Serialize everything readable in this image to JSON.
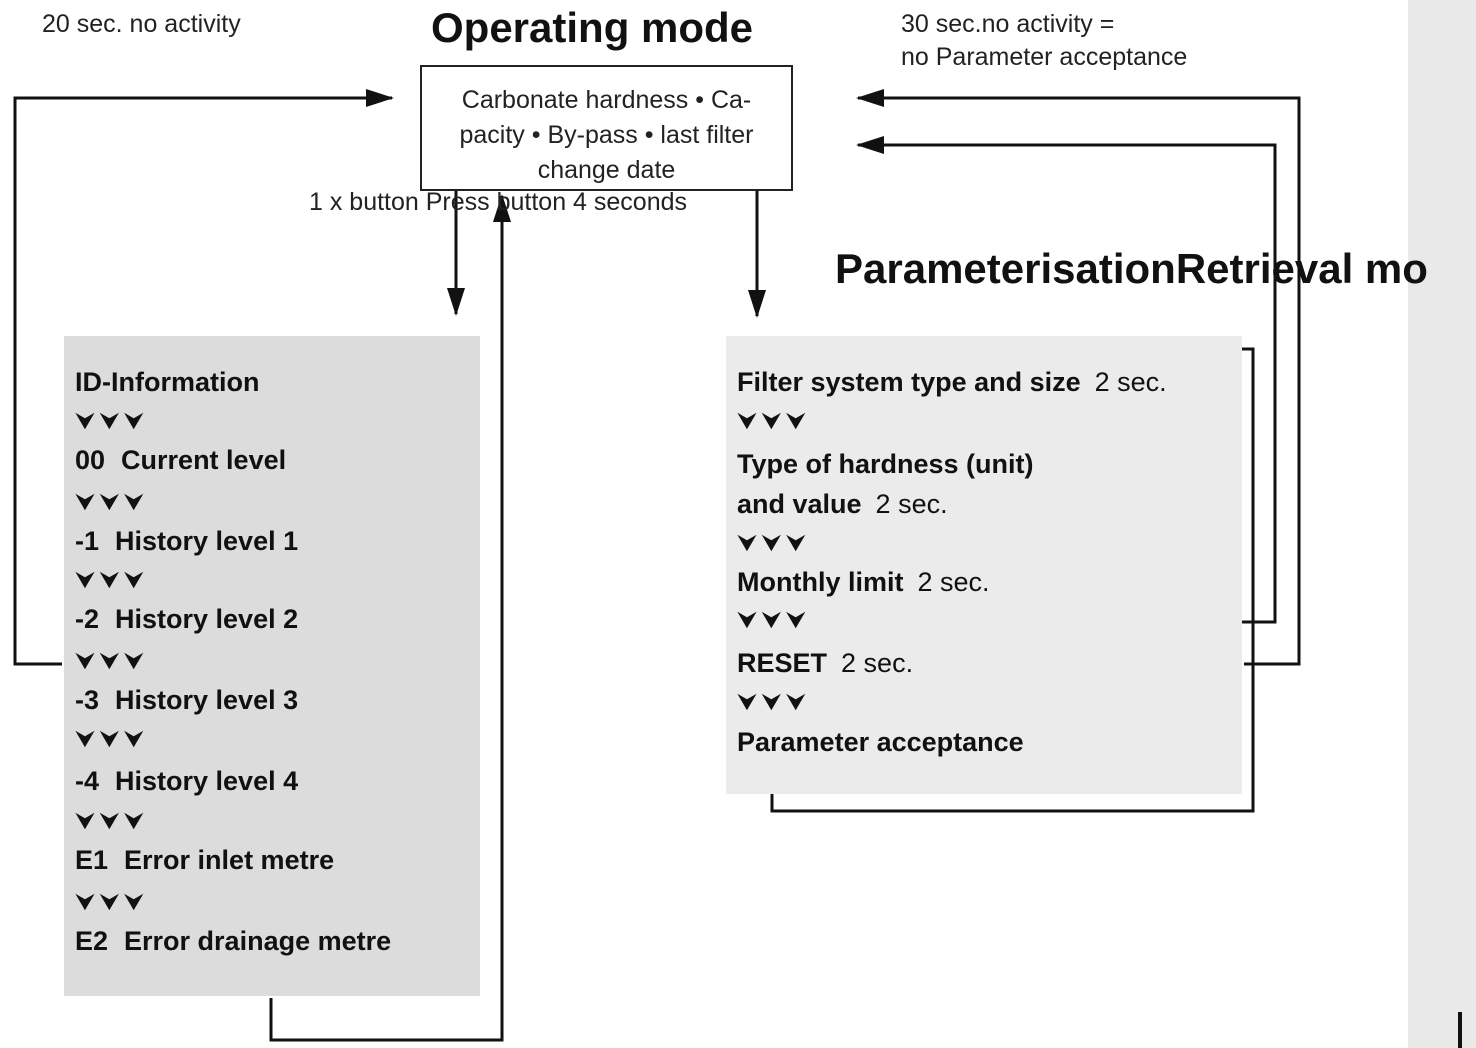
{
  "notes": {
    "left_timeout": "20 sec. no activity",
    "right_timeout_line1": "30 sec.no activity =",
    "right_timeout_line2": "no Parameter acceptance",
    "button_hint": "1 x button Press button 4 seconds"
  },
  "operating_mode": {
    "title": "Operating mode",
    "description": "Carbonate hardness • Ca-pacity • By-pass • last filter change date"
  },
  "parameterisation": {
    "title": "ParameterisationRetrieval mo"
  },
  "arrow_glyphs": "⮟⮟⮟",
  "id_panel": {
    "rows": [
      {
        "code": "",
        "label": "ID-Information"
      },
      {
        "code": "00",
        "label": "Current level"
      },
      {
        "code": "-1",
        "label": "History level 1"
      },
      {
        "code": "-2",
        "label": "History level 2"
      },
      {
        "code": "-3",
        "label": "History level 3"
      },
      {
        "code": "-4",
        "label": "History level 4"
      },
      {
        "code": "E1",
        "label": "Error inlet metre"
      },
      {
        "code": "E2",
        "label": "Error drainage metre"
      }
    ]
  },
  "param_panel": {
    "rows": [
      {
        "label": "Filter system type and size",
        "timing": "2 sec."
      },
      {
        "label": "Type of hardness (unit)",
        "timing": ""
      },
      {
        "label": "and value",
        "timing": "2 sec."
      },
      {
        "label": "Monthly limit",
        "timing": "2 sec."
      },
      {
        "label": "RESET",
        "timing": "2 sec."
      },
      {
        "label": "Parameter acceptance",
        "timing": ""
      }
    ]
  },
  "colors": {
    "line": "#111111",
    "id_panel_bg": "#dcdcdc",
    "param_panel_bg": "#ebebeb",
    "page_edge_strip": "#e9e9e9"
  }
}
